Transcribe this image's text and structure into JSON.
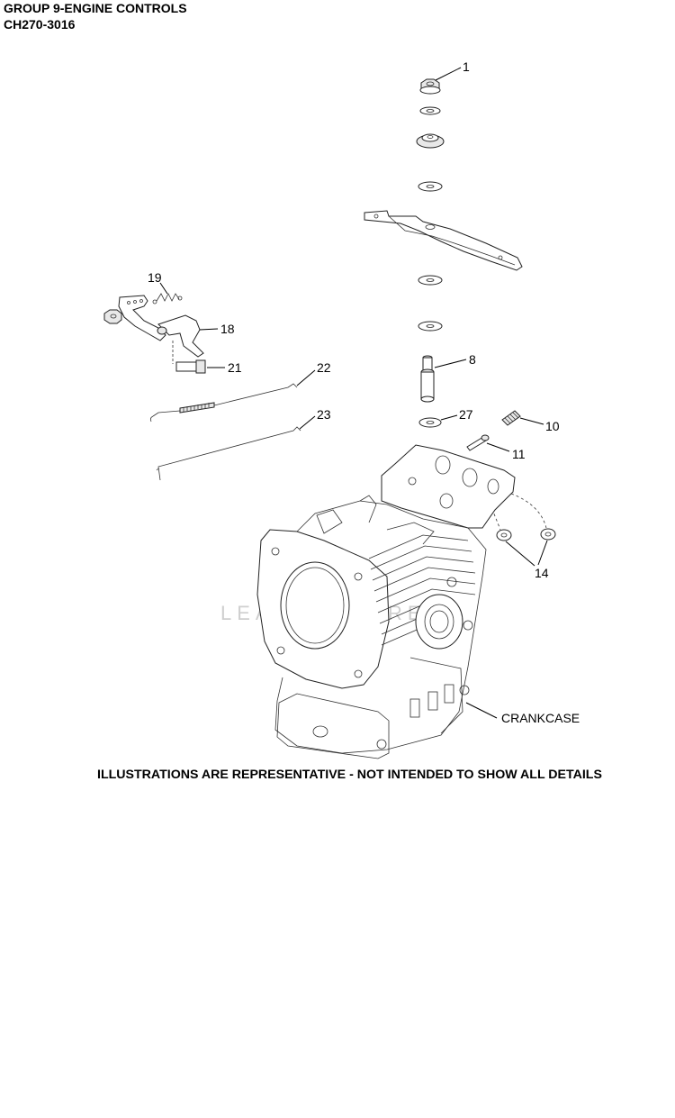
{
  "header": {
    "line1": "GROUP 9-ENGINE CONTROLS",
    "line2": "CH270-3016"
  },
  "callouts": {
    "c1": "1",
    "c8": "8",
    "c10": "10",
    "c11": "11",
    "c14": "14",
    "c18": "18",
    "c19": "19",
    "c21": "21",
    "c22": "22",
    "c23": "23",
    "c27": "27",
    "crankcase": "CRANKCASE"
  },
  "watermark": "LEADVENTURE",
  "footer": {
    "disclaimer": "ILLUSTRATIONS ARE REPRESENTATIVE - NOT INTENDED TO SHOW ALL DETAILS"
  }
}
